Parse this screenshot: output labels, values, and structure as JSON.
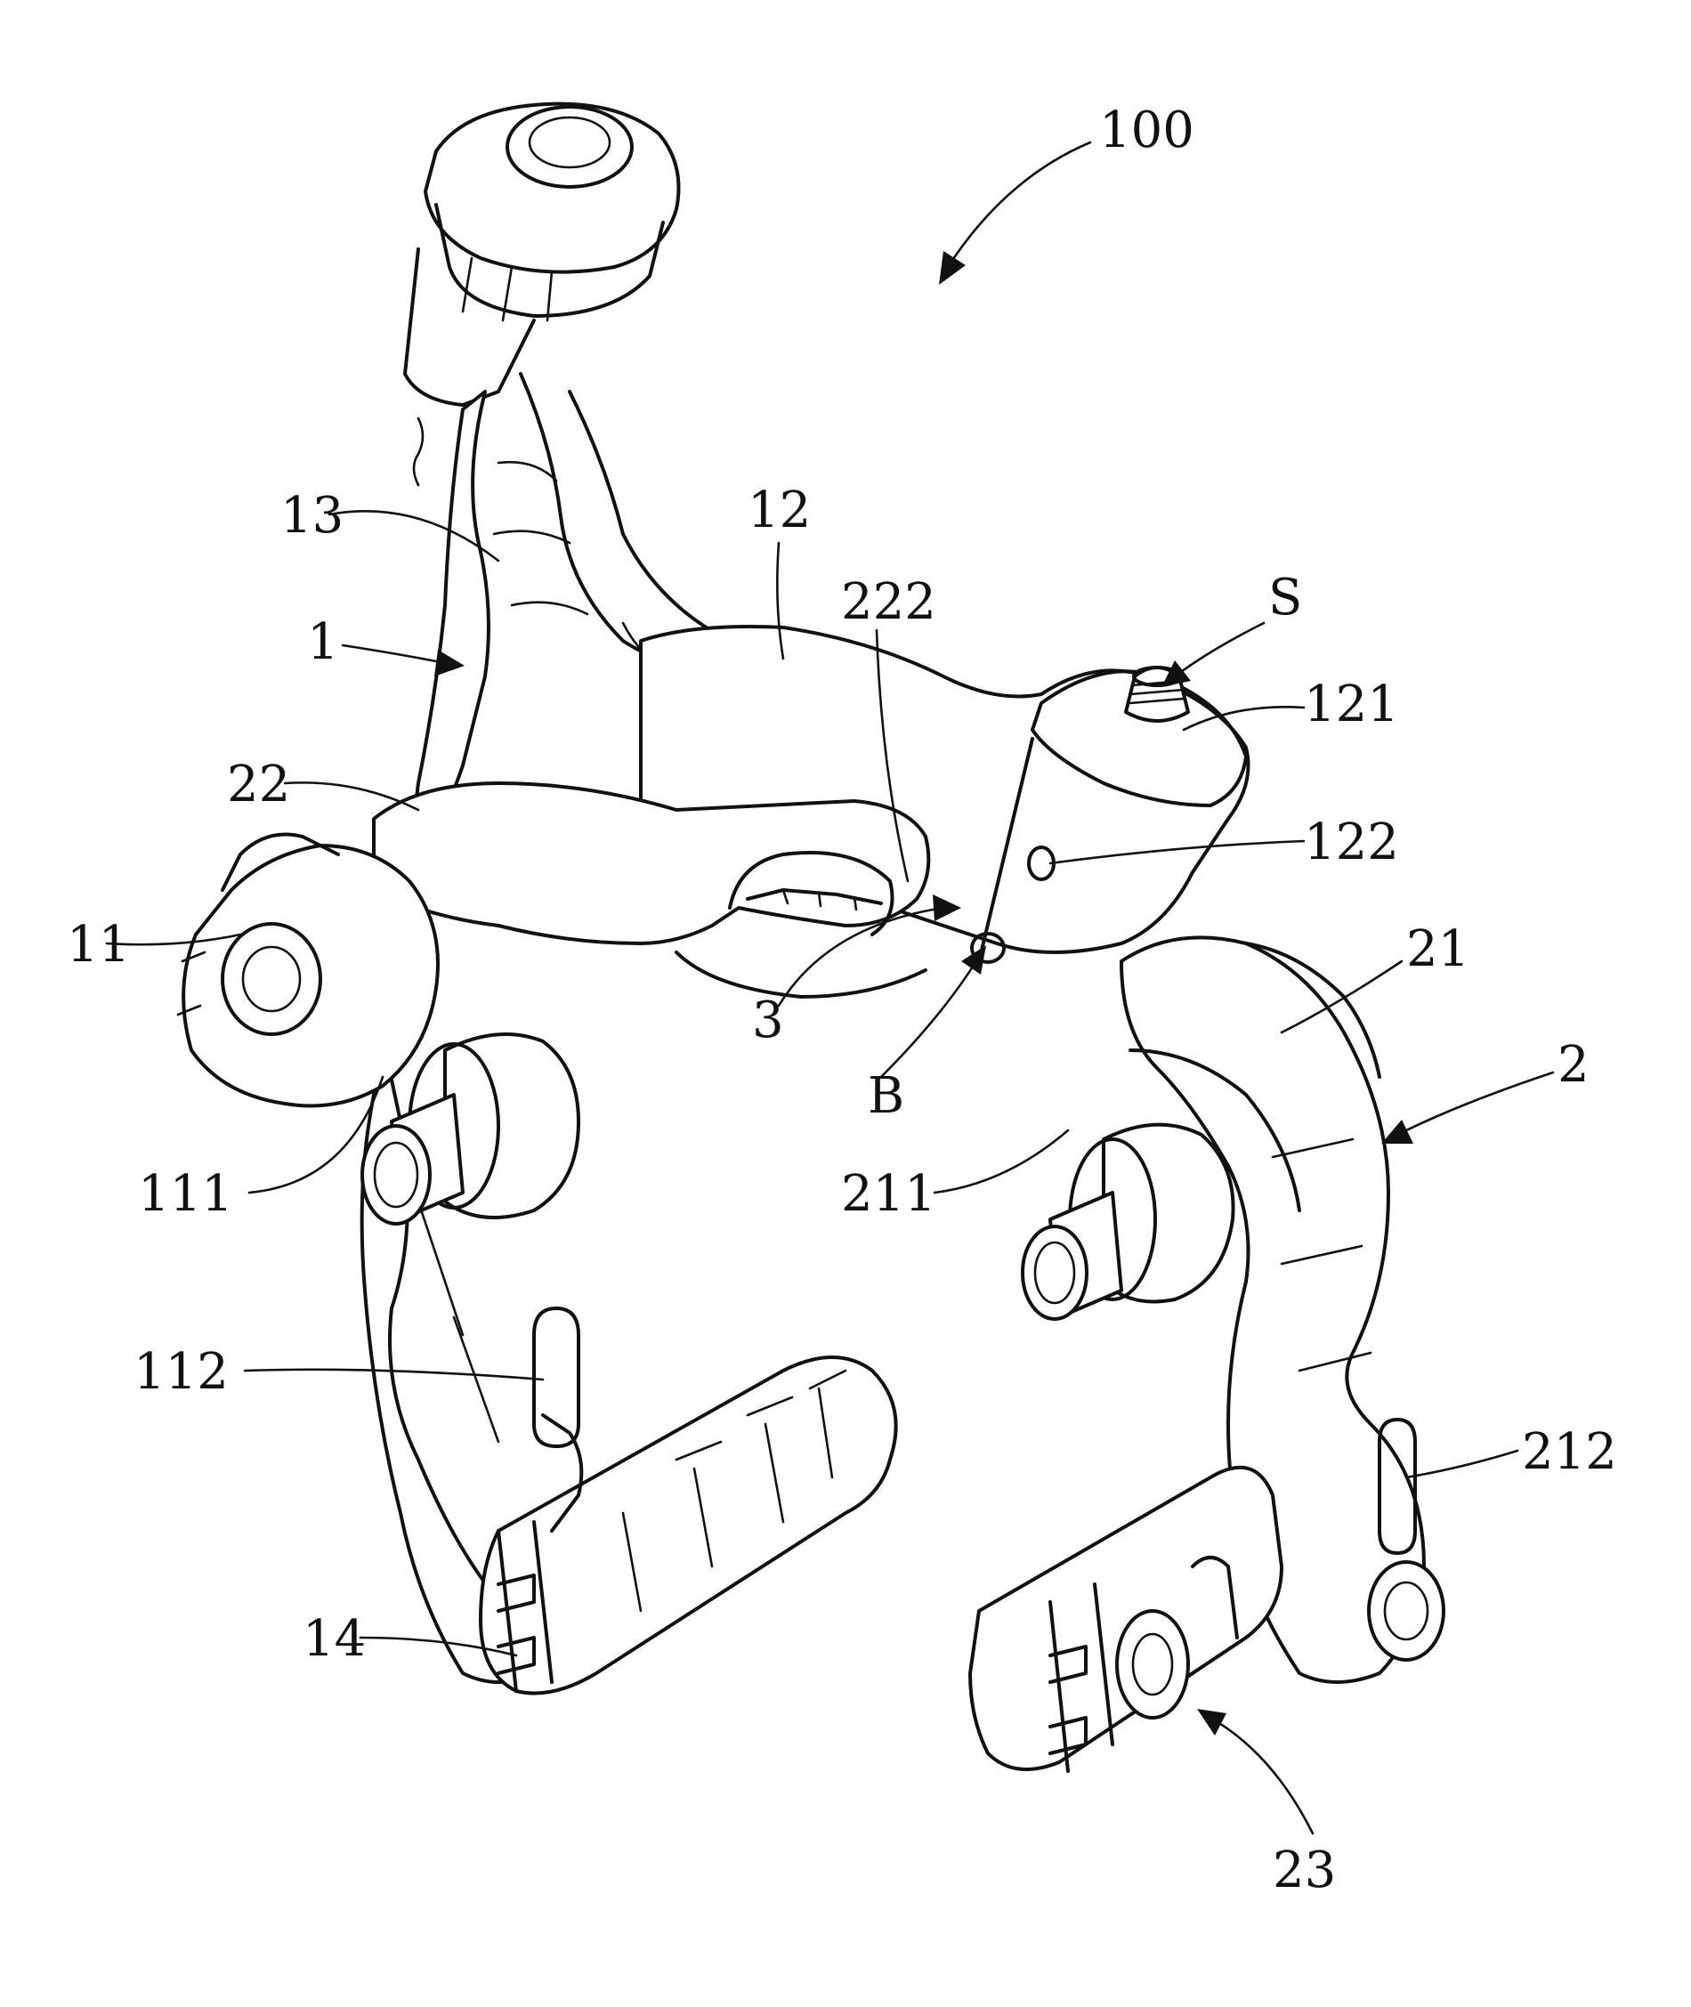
{
  "figure": {
    "labels": {
      "assembly": "100",
      "screw": "S",
      "first_arm": "1",
      "first_arm_pivot_part": "11",
      "first_arm_pivot": "111",
      "first_arm_slot": "112",
      "first_arm_link": "12",
      "first_arm_link_block": "121",
      "first_arm_link_hole": "122",
      "first_arm_cable_part": "13",
      "first_brake_pad": "14",
      "second_arm": "2",
      "second_arm_body": "21",
      "second_arm_pivot": "211",
      "second_arm_slot": "212",
      "second_arm_link": "22",
      "second_arm_link_end": "222",
      "second_brake_pad": "23",
      "connector": "3",
      "bolt": "B"
    }
  }
}
